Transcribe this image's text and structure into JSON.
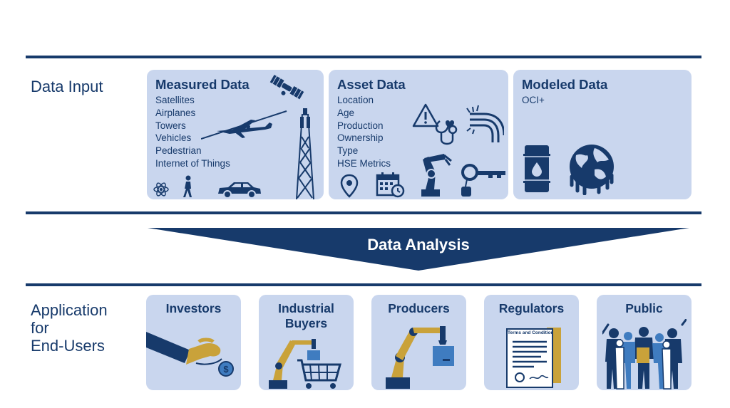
{
  "input": {
    "label": "Data Input",
    "panels": [
      {
        "title": "Measured Data",
        "items": [
          "Satellites",
          "Airplanes",
          "Towers",
          "Vehicles",
          "Pedestrian",
          "Internet of Things"
        ]
      },
      {
        "title": "Asset Data",
        "items": [
          "Location",
          "Age",
          "Production",
          "Ownership",
          "Type",
          "HSE Metrics"
        ]
      },
      {
        "title": "Modeled Data",
        "items": [
          "OCI+"
        ]
      }
    ]
  },
  "analysis": {
    "label": "Data Analysis"
  },
  "application": {
    "label_lines": [
      "Application",
      "for",
      "End-Users"
    ],
    "cards": [
      {
        "title_lines": [
          "Investors"
        ]
      },
      {
        "title_lines": [
          "Industrial",
          "Buyers"
        ]
      },
      {
        "title_lines": [
          "Producers"
        ]
      },
      {
        "title_lines": [
          "Regulators"
        ]
      },
      {
        "title_lines": [
          "Public"
        ]
      }
    ],
    "document_heading": "Terms and Condition"
  },
  "colors": {
    "navy": "#173a6b",
    "panel": "#c9d6ee",
    "gold": "#c9a23a",
    "blue": "#3f7cc0"
  },
  "icons": [
    "satellite-icon",
    "airplane-icon",
    "tower-icon",
    "atom-icon",
    "pedestrian-icon",
    "car-icon",
    "warning-icon",
    "stethoscope-icon",
    "pipes-icon",
    "location-pin-icon",
    "calendar-icon",
    "robot-arm-icon",
    "key-icon",
    "oil-barrel-icon",
    "globe-icon",
    "hand-coin-icon",
    "robot-cart-icon",
    "document-icon",
    "people-group-icon"
  ]
}
